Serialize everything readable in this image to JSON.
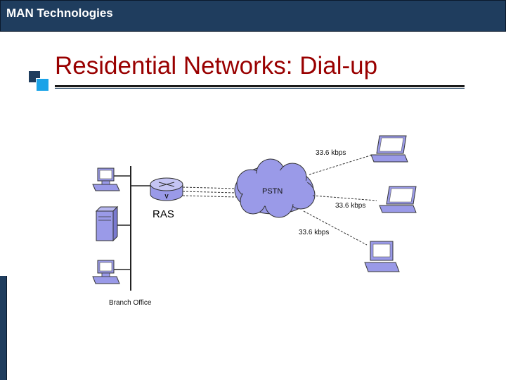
{
  "header": {
    "title": "MAN Technologies"
  },
  "slide": {
    "title": "Residential Networks: Dial-up"
  },
  "diagram": {
    "cloud_label": "PSTN",
    "ras_label": "RAS",
    "branch_label": "Branch Office",
    "link_labels": [
      "33.6 kbps",
      "33.6 kbps",
      "33.6 kbps"
    ]
  },
  "colors": {
    "header": "#1f3d5e",
    "title": "#990000",
    "device": "#9a9ae8",
    "accent": "#1aa3e8"
  }
}
